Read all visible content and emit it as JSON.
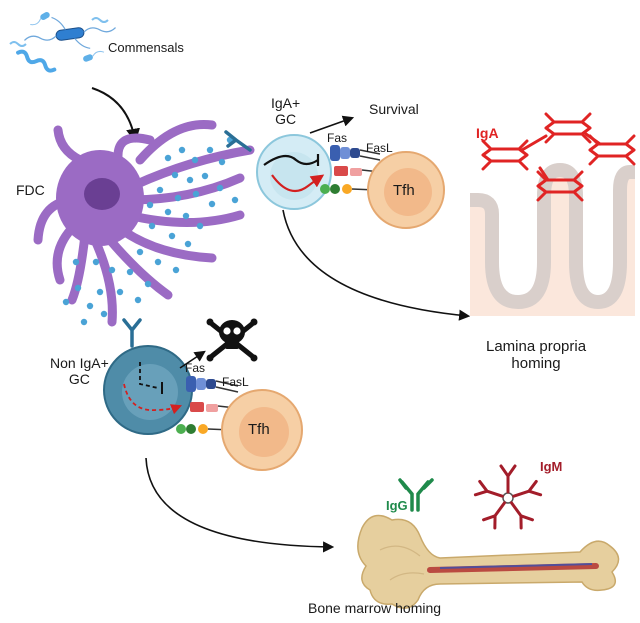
{
  "labels": {
    "commensals": "Commensals",
    "fdc": "FDC",
    "iga_gc": "IgA+\nGC",
    "survival": "Survival",
    "fas_top": "Fas",
    "fasl_top": "FasL",
    "tfh_top": "Tfh",
    "iga": "IgA",
    "lamina_propria": "Lamina propria\nhoming",
    "non_iga_gc": "Non IgA+\nGC",
    "fas_bottom": "Fas",
    "fasl_bottom": "FasL",
    "tfh_bottom": "Tfh",
    "igg": "IgG",
    "igm": "IgM",
    "bone_marrow": "Bone marrow homing"
  },
  "colors": {
    "fdc": "#9b6bc4",
    "fdc_nucleus": "#6a3f93",
    "antigen_dot": "#4aa3d6",
    "iga_gc_cell": "#d4ecf5",
    "non_iga_gc_cell": "#4f8ca8",
    "tfh_cell": "#f6cfa5",
    "tfh_nucleus": "#f2b98a",
    "iga": "#e02424",
    "igm": "#a31d2a",
    "igg": "#1f8a4b",
    "gut_background": "#fbe7dc",
    "villus": "#d9cfcb",
    "bone": "#e6cf9e",
    "arrow": "#111111"
  },
  "icons": [
    "bacteria-icon",
    "skull-crossbones-icon",
    "antibody-icon"
  ]
}
